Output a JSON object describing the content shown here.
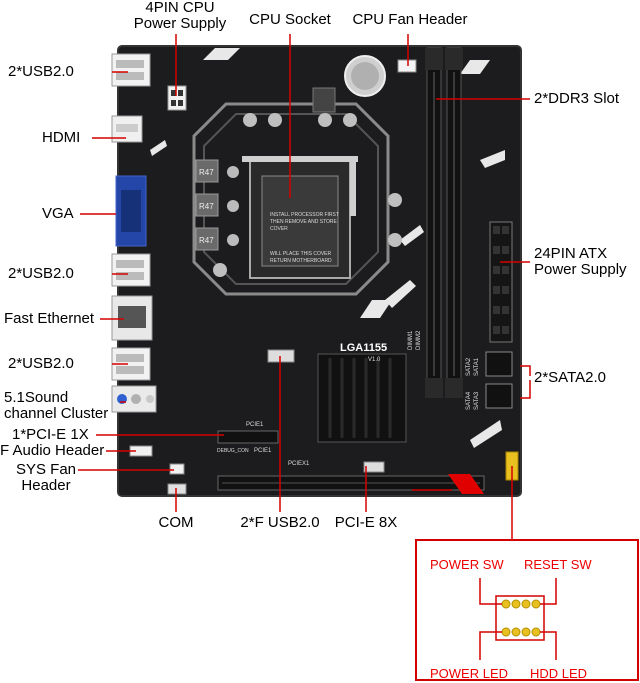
{
  "labels": {
    "cpu_power_line1": "4PIN CPU",
    "cpu_power_line2": "Power Supply",
    "cpu_socket": "CPU Socket",
    "cpu_fan_header": "CPU Fan Header",
    "usb_top": "2*USB2.0",
    "ddr3_slot": "2*DDR3 Slot",
    "hdmi": "HDMI",
    "vga": "VGA",
    "atx_line1": "24PIN ATX",
    "atx_line2": "Power Supply",
    "usb_mid": "2*USB2.0",
    "fast_ethernet": "Fast Ethernet",
    "usb_low": "2*USB2.0",
    "sata": "2*SATA2.0",
    "sound_line1": "5.1Sound",
    "sound_line2": "channel Cluster",
    "pcie_1x": "1*PCI-E 1X",
    "f_audio": "F Audio Header",
    "sys_fan_line1": "SYS Fan",
    "sys_fan_line2": "Header",
    "com": "COM",
    "f_usb": "2*F USB2.0",
    "pcie_8x": "PCI-E 8X"
  },
  "board_text": {
    "socket_name": "LGA1155",
    "socket_ver": "V1.0",
    "r47_a": "R47",
    "r47_b": "R47",
    "r47_c": "R47",
    "pcie1_label": "PCIE1",
    "pcie1b_label": "PCIE1",
    "pciex1_label": "PCIEX1",
    "debug_label": "DEBUG_CON",
    "dimm1": "DIMM1",
    "dimm2": "DIMM2",
    "sata1": "SATA1",
    "sata2": "SATA2",
    "sata3": "SATA3",
    "sata4": "SATA4",
    "socket_warning_1": "INSTALL PROCESSOR FIRST",
    "socket_warning_2": "THEN REMOVE AND STORE",
    "socket_warning_3": "COVER",
    "socket_warning_4": "WILL PLACE THIS COVER",
    "socket_warning_5": "RETURN MOTHERBOARD"
  },
  "panel": {
    "power_sw": "POWER SW",
    "reset_sw": "RESET SW",
    "power_led": "POWER LED",
    "hdd_led": "HDD LED"
  },
  "colors": {
    "board": "#1c1c1e",
    "accent_red": "#e00000",
    "vga_blue": "#2446a8",
    "leader": "#d40000"
  }
}
